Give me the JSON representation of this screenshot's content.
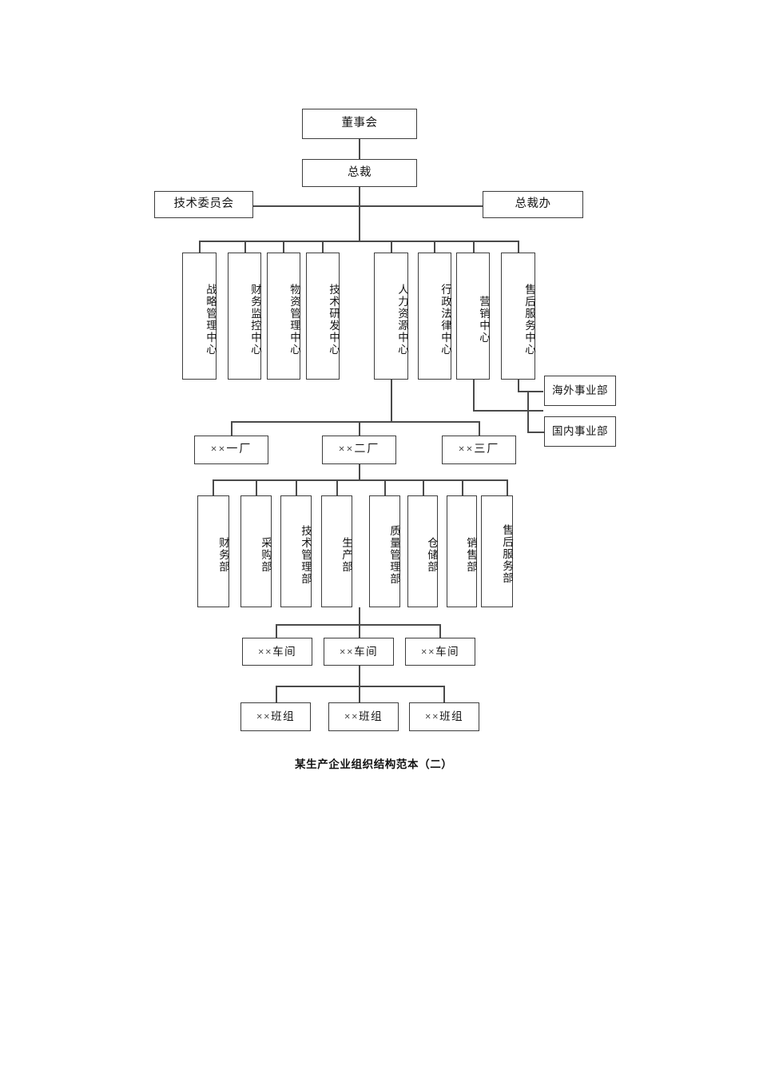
{
  "document": {
    "caption": "某生产企业组织结构范本（二）",
    "type": "organizational-chart"
  },
  "chart_data": {
    "type": "diagram",
    "title": "某生产企业组织结构范本（二）",
    "levels": [
      {
        "name": "board",
        "nodes": [
          "董事会"
        ]
      },
      {
        "name": "president",
        "nodes": [
          "总裁"
        ]
      },
      {
        "name": "staff",
        "nodes": [
          "技术委员会",
          "总裁办"
        ]
      },
      {
        "name": "centers",
        "nodes": [
          "战略管理中心",
          "财务监控中心",
          "物资管理中心",
          "技术研发中心",
          "人力资源中心",
          "行政法律中心",
          "营销中心",
          "售后服务中心"
        ]
      },
      {
        "name": "divisions",
        "nodes": [
          "海外事业部",
          "国内事业部"
        ]
      },
      {
        "name": "factories",
        "nodes": [
          "××一厂",
          "××二厂",
          "××三厂"
        ]
      },
      {
        "name": "departments",
        "nodes": [
          "财务部",
          "采购部",
          "技术管理部",
          "生产部",
          "质量管理部",
          "仓储部",
          "销售部",
          "售后服务部"
        ]
      },
      {
        "name": "workshops",
        "nodes": [
          "××车间",
          "××车间",
          "××车间"
        ]
      },
      {
        "name": "teams",
        "nodes": [
          "××班组",
          "××班组",
          "××班组"
        ]
      }
    ]
  },
  "nodes": {
    "board": "董事会",
    "president": "总裁",
    "tech_committee": "技术委员会",
    "president_office": "总裁办",
    "centers": [
      "战略管理中心",
      "财务监控中心",
      "物资管理中心",
      "技术研发中心",
      "人力资源中心",
      "行政法律中心",
      "营销中心",
      "售后服务中心"
    ],
    "divisions": [
      "海外事业部",
      "国内事业部"
    ],
    "factories": [
      "××一厂",
      "××二厂",
      "××三厂"
    ],
    "departments": [
      "财务部",
      "采购部",
      "技术管理部",
      "生产部",
      "质量管理部",
      "仓储部",
      "销售部",
      "售后服务部"
    ],
    "workshops": [
      "××车间",
      "××车间",
      "××车间"
    ],
    "teams": [
      "××班组",
      "××班组",
      "××班组"
    ]
  },
  "colors": {
    "box_border": "#3d3d3d",
    "connector": "#4a4a4a",
    "text": "#141414",
    "background": "#ffffff"
  }
}
